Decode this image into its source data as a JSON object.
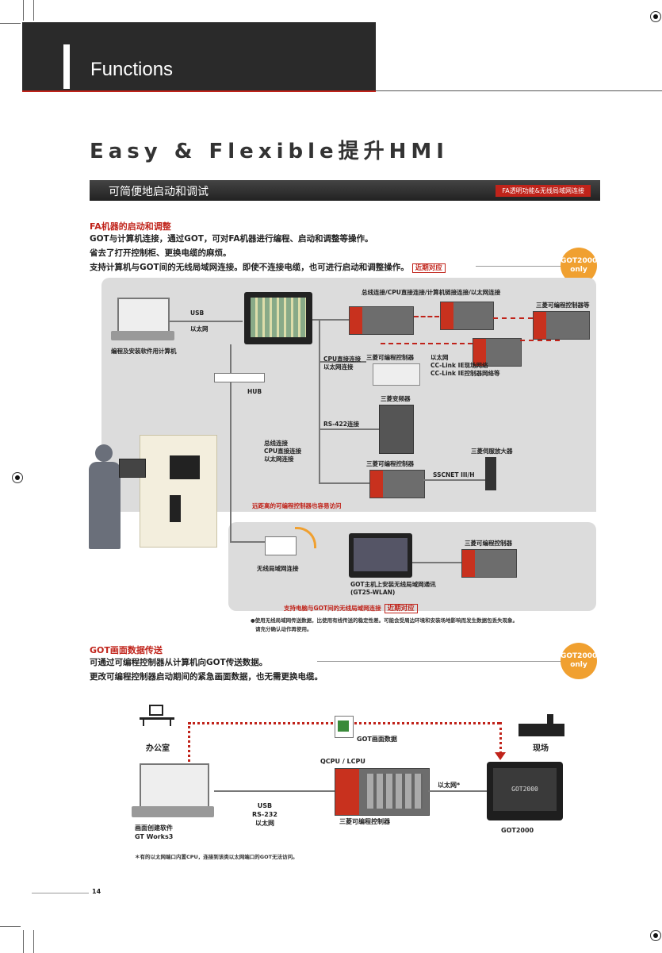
{
  "header": {
    "title": "Functions"
  },
  "main_title": "Easy & Flexible提升HMI",
  "section": {
    "title": "可简便地启动和调试",
    "tag": "FA透明功能&无线局域网连接"
  },
  "fa": {
    "heading": "FA机器的启动和调整",
    "line1": "GOT与计算机连接，通过GOT，可对FA机器进行编程、启动和调整等操作。",
    "line2": "省去了打开控制柜、更换电缆的麻烦。",
    "line3": "支持计算机与GOT间的无线局域网连接。即使不连接电缆，也可进行启动和调整操作。",
    "soon": "近期对应",
    "badge_top": "GOT2000",
    "badge_bottom": "only"
  },
  "diagram1": {
    "usb": "USB",
    "ethernet": "以太网",
    "pc_label": "编程及安装软件用计算机",
    "bus_top": "总线连接/CPU直接连接/计算机链接连接/以太网连接",
    "plc_right": "三菱可编程控制器等",
    "cpu_direct": "CPU直接连接",
    "eth_conn": "以太网连接",
    "plc_mid": "三菱可编程控制器",
    "eth_net": "以太网",
    "cclink_field": "CC-Link IE现场网络",
    "cclink_ctrl": "CC-Link IE控制器网络等",
    "hub": "HUB",
    "inverter": "三菱变频器",
    "rs422": "RS-422连接",
    "bus_conn": "总线连接",
    "cpu_direct2": "CPU直接连接",
    "eth_conn2": "以太网连接",
    "plc_bottom": "三菱可编程控制器",
    "servo": "三菱伺服放大器",
    "sscnet": "SSCNET III/H",
    "remote": "远距离的可编程控制器也容易访问",
    "wlan_conn": "无线局域网连接",
    "plc_wlan": "三菱可编程控制器",
    "wlan_unit": "GOT主机上安装无线局域网通讯",
    "wlan_model": "(GT25-WLAN)",
    "wlan_support": "支持电脑与GOT间的无线局域网连接",
    "soon": "近期对应",
    "note1": "●使用无线局域网传送数据，比使用有线传送的稳定性差。可能会受周边环境和安装场地影响而发生数据包丢失现象。",
    "note2": "请充分确认动作再使用。"
  },
  "got_transfer": {
    "heading": "GOT画面数据传送",
    "line1": "可通过可编程控制器从计算机向GOT传送数据。",
    "line2": "更改可编程控制器启动期间的紧急画面数据，也无需更换电缆。",
    "badge_top": "GOT2000",
    "badge_bottom": "only"
  },
  "diagram2": {
    "office": "办公室",
    "screen_data": "GOT画面数据",
    "site": "现场",
    "cpu": "QCPU / LCPU",
    "usb": "USB",
    "rs232": "RS-232",
    "ethernet": "以太网",
    "plc": "三菱可编程控制器",
    "eth_got": "以太网*",
    "software": "画面创建软件",
    "gtworks": "GT Works3",
    "got": "GOT2000",
    "screen_text": "GOT2000",
    "footnote": "＊有的以太网端口内置CPU，连接到该类以太网端口的GOT无法访问。"
  },
  "page_number": "14",
  "colors": {
    "accent": "#c0231a",
    "badge": "#f0a030",
    "panel": "#dcdcdc",
    "header": "#2a2a2a"
  }
}
